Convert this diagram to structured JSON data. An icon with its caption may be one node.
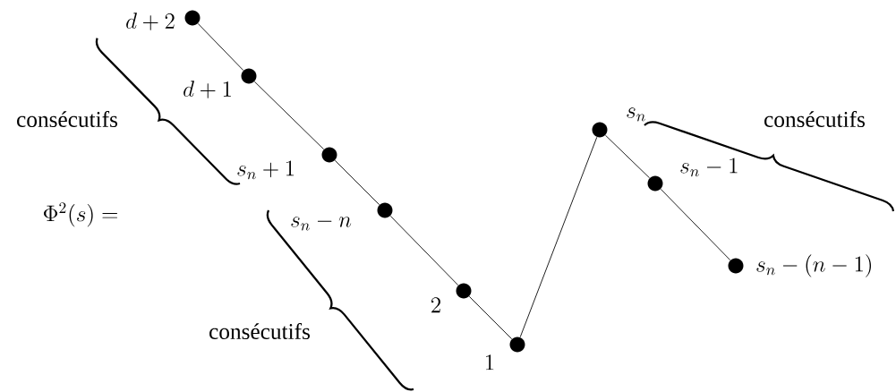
{
  "diagram": {
    "nodes": [
      {
        "text": [],
        "shape": "circle",
        "beside": [
          "d+2"
        ]
      },
      {
        "text": [],
        "shape": "circle",
        "beside": [
          "d+1"
        ]
      },
      {
        "text": [],
        "shape": "circle",
        "beside": [
          "s_n+1"
        ]
      },
      {
        "text": [],
        "shape": "circle",
        "beside": [
          "s_n-n"
        ]
      },
      {
        "text": [],
        "shape": "circle",
        "beside": [
          "2"
        ]
      },
      {
        "text": [],
        "shape": "circle",
        "beside": [
          "1"
        ]
      },
      {
        "text": [],
        "shape": "circle",
        "beside": [
          "s_n"
        ]
      },
      {
        "text": [],
        "shape": "circle",
        "beside": [
          "s_n-1"
        ]
      },
      {
        "text": [],
        "shape": "circle",
        "beside": [
          "s_n-(n-1)"
        ]
      }
    ],
    "edges": [
      {
        "from": 0,
        "to": 1,
        "arrow": "none"
      },
      {
        "from": 1,
        "to": 2,
        "arrow": "none"
      },
      {
        "from": 2,
        "to": 3,
        "arrow": "none"
      },
      {
        "from": 3,
        "to": 4,
        "arrow": "none"
      },
      {
        "from": 4,
        "to": 5,
        "arrow": "none"
      },
      {
        "from": 5,
        "to": 6,
        "arrow": "none"
      },
      {
        "from": 6,
        "to": 7,
        "arrow": "none"
      },
      {
        "from": 7,
        "to": 8,
        "arrow": "none"
      }
    ],
    "labels": [
      "consécutifs",
      "consécutifs",
      "\\Phi^2(s) =",
      "consécutifs"
    ]
  }
}
